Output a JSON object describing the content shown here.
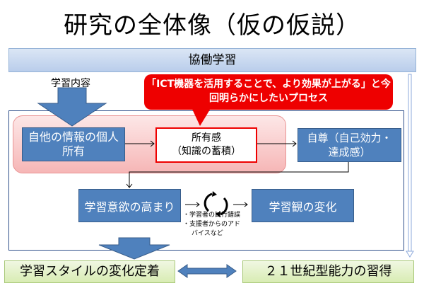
{
  "title": "研究の全体像（仮の仮説）",
  "banner": "協働学習",
  "input_label": "学習内容",
  "callout": {
    "line1": "「ICT機器を活用することで、より効果が上がる」と今",
    "line2": "回明らかにしたいプロセス"
  },
  "nodes": {
    "self_info": {
      "line1": "自他の情報の個人",
      "line2": "所有"
    },
    "ownership": {
      "line1": "所有感",
      "line2": "（知識の蓄積）"
    },
    "self_esteem": {
      "line1": "自尊（自己効力・",
      "line2": "達成感）"
    },
    "motivation": "学習意欲の高まり",
    "learning_view": "学習観の変化"
  },
  "cycle_notes": [
    "・学習者の試行錯誤",
    "・支援者からのアド",
    "バイスなど"
  ],
  "outcomes": {
    "style": "学習スタイルの変化定着",
    "skills": "２１世紀型能力の習得"
  },
  "colors": {
    "node_blue": "#4f81bd",
    "callout_red": "#ee0000",
    "banner_blue": "#b9cdeb",
    "outcome_green": "#d8ecb3",
    "process_pink": "#f6b6b6"
  }
}
